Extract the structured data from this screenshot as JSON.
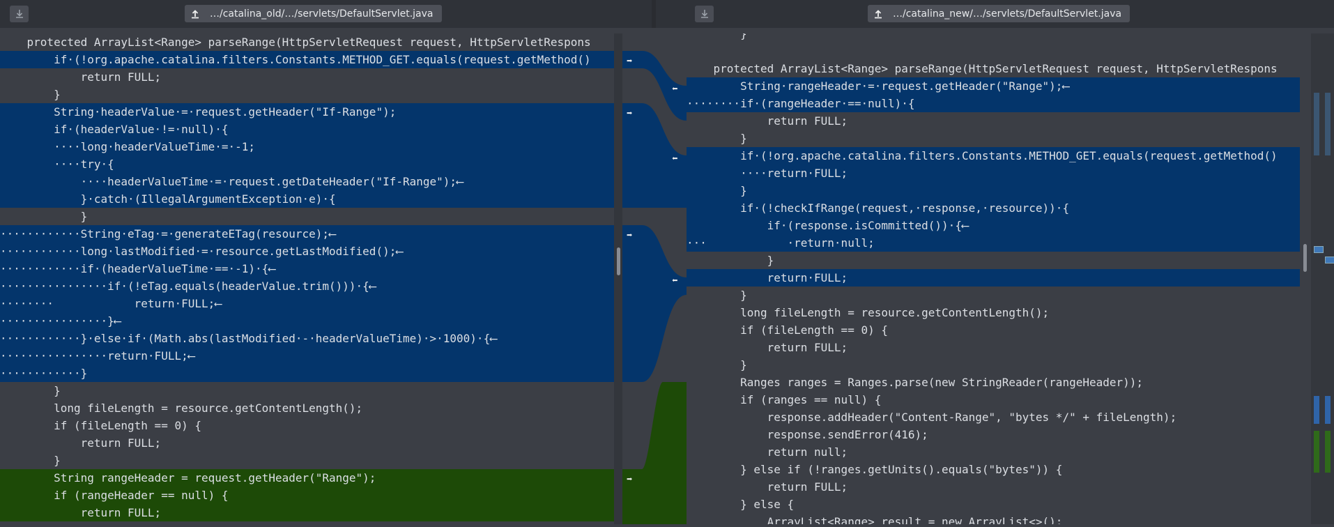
{
  "left_file": {
    "path": "…/catalina_old/…/servlets/DefaultServlet.java"
  },
  "right_file": {
    "path": "…/catalina_new/…/servlets/DefaultServlet.java"
  },
  "left_lines": [
    {
      "t": "    protected ArrayList<Range> parseRange(HttpServletRequest request, HttpServletRespons",
      "h": ""
    },
    {
      "t": "        if·(!org.apache.catalina.filters.Constants.METHOD_GET.equals(request.getMethod()",
      "h": "hl"
    },
    {
      "t": "            return FULL;",
      "h": ""
    },
    {
      "t": "        }",
      "h": ""
    },
    {
      "t": "        String·headerValue·=·request.getHeader(\"If-Range\");",
      "h": "hl"
    },
    {
      "t": "        if·(headerValue·!=·null)·{",
      "h": "hl"
    },
    {
      "t": "        ····long·headerValueTime·=·-1;",
      "h": "hl"
    },
    {
      "t": "        ····try·{",
      "h": "hl"
    },
    {
      "t": "            ····headerValueTime·=·request.getDateHeader(\"If-Range\");⟵",
      "h": "hl"
    },
    {
      "t": "            }·catch·(IllegalArgumentException·e)·{",
      "h": "hl"
    },
    {
      "t": "            }",
      "h": ""
    },
    {
      "t": "············String·eTag·=·generateETag(resource);⟵",
      "h": "hl"
    },
    {
      "t": "············long·lastModified·=·resource.getLastModified();⟵",
      "h": "hl"
    },
    {
      "t": "············if·(headerValueTime·==·-1)·{⟵",
      "h": "hl"
    },
    {
      "t": "················if·(!eTag.equals(headerValue.trim()))·{⟵",
      "h": "hl"
    },
    {
      "t": "········            return·FULL;⟵",
      "h": "hl"
    },
    {
      "t": "················}⟵",
      "h": "hl"
    },
    {
      "t": "············}·else·if·(Math.abs(lastModified·-·headerValueTime)·>·1000)·{⟵",
      "h": "hl"
    },
    {
      "t": "················return·FULL;⟵",
      "h": "hl"
    },
    {
      "t": "············}",
      "h": "hl"
    },
    {
      "t": "        }",
      "h": ""
    },
    {
      "t": "        long fileLength = resource.getContentLength();",
      "h": ""
    },
    {
      "t": "        if (fileLength == 0) {",
      "h": ""
    },
    {
      "t": "            return FULL;",
      "h": ""
    },
    {
      "t": "        }",
      "h": ""
    },
    {
      "t": "        String rangeHeader = request.getHeader(\"Range\");",
      "h": "gr"
    },
    {
      "t": "        if (rangeHeader == null) {",
      "h": "gr"
    },
    {
      "t": "            return FULL;",
      "h": "gr"
    }
  ],
  "right_lines": [
    {
      "t": "        }",
      "h": ""
    },
    {
      "t": "",
      "h": ""
    },
    {
      "t": "    protected ArrayList<Range> parseRange(HttpServletRequest request, HttpServletRespons",
      "h": ""
    },
    {
      "t": "        String·rangeHeader·=·request.getHeader(\"Range\");⟵",
      "h": "hl"
    },
    {
      "t": "········if·(rangeHeader·==·null)·{",
      "h": "hl"
    },
    {
      "t": "            return FULL;",
      "h": ""
    },
    {
      "t": "        }",
      "h": ""
    },
    {
      "t": "        if·(!org.apache.catalina.filters.Constants.METHOD_GET.equals(request.getMethod()",
      "h": "hl"
    },
    {
      "t": "        ····return·FULL;",
      "h": "hl"
    },
    {
      "t": "        }",
      "h": "hl"
    },
    {
      "t": "        if·(!checkIfRange(request,·response,·resource))·{",
      "h": "hl"
    },
    {
      "t": "            if·(response.isCommitted())·{⟵",
      "h": "hl"
    },
    {
      "t": "···            ·return·null;",
      "h": "hl"
    },
    {
      "t": "            }",
      "h": ""
    },
    {
      "t": "            return·FULL;",
      "h": "hl"
    },
    {
      "t": "        }",
      "h": ""
    },
    {
      "t": "        long fileLength = resource.getContentLength();",
      "h": ""
    },
    {
      "t": "        if (fileLength == 0) {",
      "h": ""
    },
    {
      "t": "            return FULL;",
      "h": ""
    },
    {
      "t": "        }",
      "h": ""
    },
    {
      "t": "        Ranges ranges = Ranges.parse(new StringReader(rangeHeader));",
      "h": ""
    },
    {
      "t": "        if (ranges == null) {",
      "h": ""
    },
    {
      "t": "            response.addHeader(\"Content-Range\", \"bytes */\" + fileLength);",
      "h": ""
    },
    {
      "t": "            response.sendError(416);",
      "h": ""
    },
    {
      "t": "            return null;",
      "h": ""
    },
    {
      "t": "        } else if (!ranges.getUnits().equals(\"bytes\")) {",
      "h": ""
    },
    {
      "t": "            return FULL;",
      "h": ""
    },
    {
      "t": "        } else {",
      "h": ""
    },
    {
      "t": "            ArrayList<Range> result = new ArrayList<>();",
      "h": ""
    }
  ],
  "colors": {
    "change": "#04356b",
    "insert": "#1d4a07",
    "bg": "#3b3e45"
  },
  "icons": {
    "download": "download-icon",
    "upload": "upload-icon",
    "arrow_right": "arrow-right-icon",
    "arrow_left": "arrow-left-icon"
  }
}
